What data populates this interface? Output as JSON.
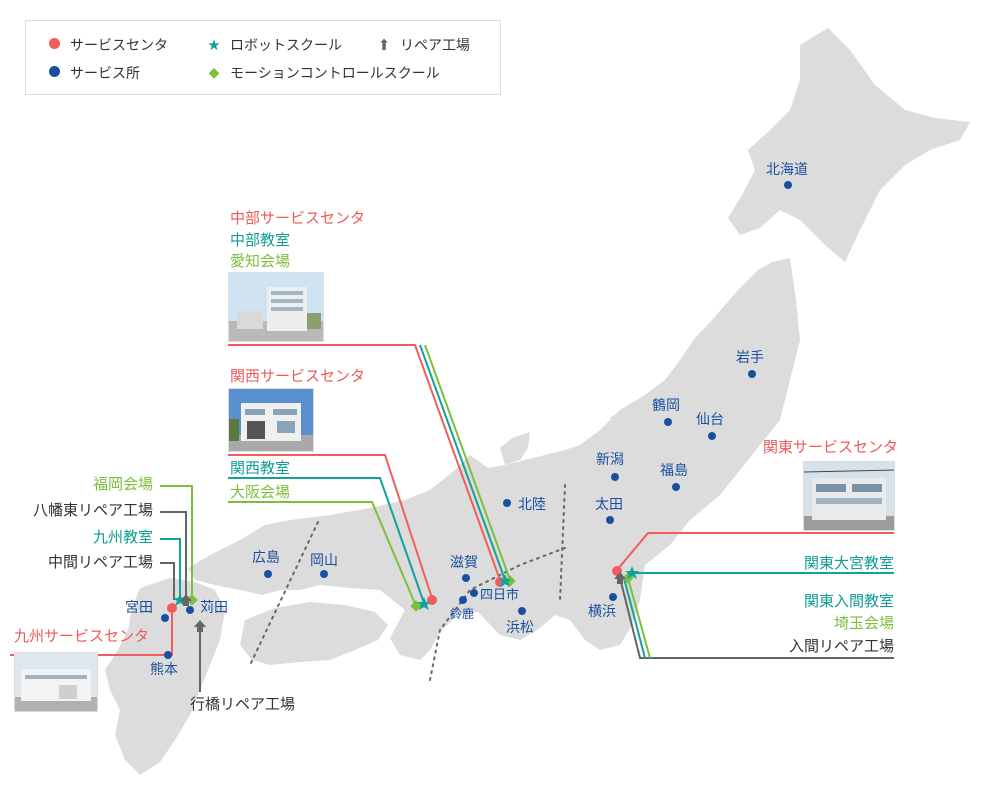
{
  "legend": {
    "service_center": "サービスセンタ",
    "robot_school": "ロボットスクール",
    "repair_factory": "リペア工場",
    "service_office": "サービス所",
    "motion_control_school": "モーションコントロールスクール"
  },
  "colors": {
    "service_center": "#f25c5c",
    "service_office": "#1a4fa0",
    "robot_school": "#10a39a",
    "motion_control": "#7cbf3c",
    "repair": "#666666",
    "land": "#dcdcdc"
  },
  "cities": {
    "hokkaido": "北海道",
    "iwate": "岩手",
    "tsuruoka": "鶴岡",
    "sendai": "仙台",
    "niigata": "新潟",
    "fukushima": "福島",
    "ota": "太田",
    "yokohama": "横浜",
    "hokuriku": "北陸",
    "shiga": "滋賀",
    "yokkaichi": "四日市",
    "suzuka": "鈴鹿",
    "hamamatsu": "浜松",
    "hiroshima": "広島",
    "okayama": "岡山",
    "miyata": "宮田",
    "kanda": "苅田",
    "kumamoto": "熊本"
  },
  "callouts": {
    "chubu_service": "中部サービスセンタ",
    "chubu_class": "中部教室",
    "aichi_venue": "愛知会場",
    "kansai_service": "関西サービスセンタ",
    "kansai_class": "関西教室",
    "osaka_venue": "大阪会場",
    "kanto_service": "関東サービスセンタ",
    "kanto_omiya": "関東大宮教室",
    "kanto_iruma": "関東入間教室",
    "saitama_venue": "埼玉会場",
    "iruma_repair": "入間リペア工場",
    "fukuoka_venue": "福岡会場",
    "yahata_repair": "八幡東リペア工場",
    "kyushu_class": "九州教室",
    "nakama_repair": "中間リペア工場",
    "kyushu_service": "九州サービスセンタ",
    "yukuhashi_repair": "行橋リペア工場"
  }
}
